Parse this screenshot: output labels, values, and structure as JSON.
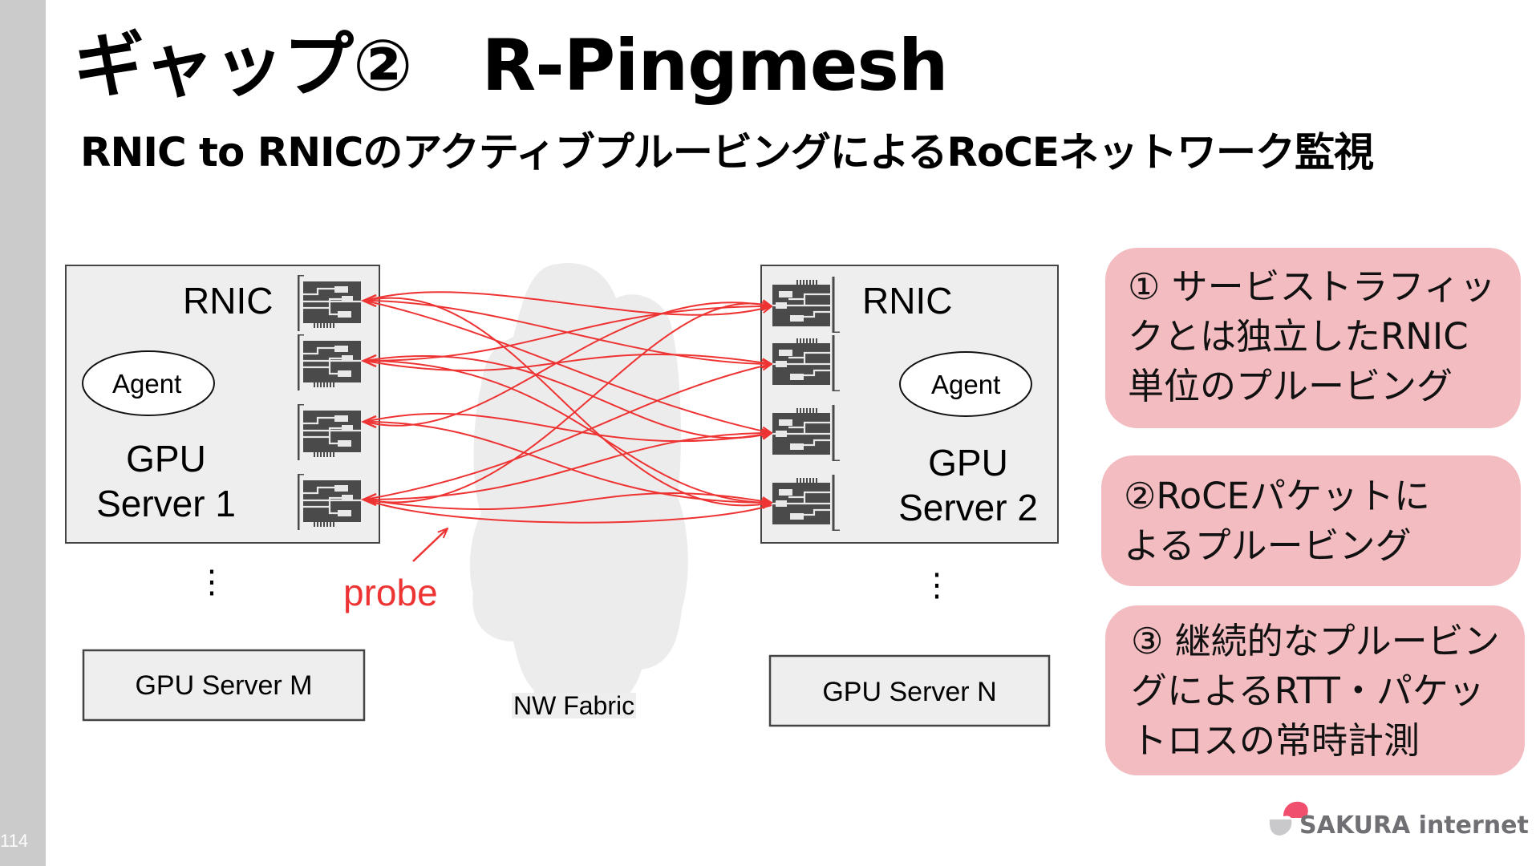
{
  "slide": {
    "page_number": "114",
    "title": "ギャップ②　R-Pingmesh",
    "subtitle": "RNIC to RNICのアクティブプルービングによるRoCEネットワーク監視"
  },
  "diagram": {
    "server1": {
      "rnic_label": "RNIC",
      "agent_label": "Agent",
      "name_line1": "GPU",
      "name_line2": "Server 1",
      "rnic_count": 4
    },
    "server2": {
      "rnic_label": "RNIC",
      "agent_label": "Agent",
      "name_line1": "GPU",
      "name_line2": "Server 2",
      "rnic_count": 4
    },
    "server_m_label": "GPU Server M",
    "server_n_label": "GPU Server N",
    "fabric_label": "NW Fabric",
    "probe_label": "probe",
    "ellipsis": "⋮",
    "probe_color": "#ee3333",
    "probes": [
      {
        "from": 1,
        "to": 1
      },
      {
        "from": 1,
        "to": 2
      },
      {
        "from": 1,
        "to": 3
      },
      {
        "from": 1,
        "to": 4
      },
      {
        "from": 2,
        "to": 1
      },
      {
        "from": 2,
        "to": 2
      },
      {
        "from": 2,
        "to": 3
      },
      {
        "from": 2,
        "to": 4
      },
      {
        "from": 3,
        "to": 1
      },
      {
        "from": 3,
        "to": 3
      },
      {
        "from": 3,
        "to": 4
      },
      {
        "from": 4,
        "to": 1
      },
      {
        "from": 4,
        "to": 2
      },
      {
        "from": 4,
        "to": 3
      },
      {
        "from": 4,
        "to": 4
      }
    ]
  },
  "points": [
    {
      "lines": [
        "① サービストラフィッ",
        "クとは独立したRNIC",
        "単位のプルービング"
      ]
    },
    {
      "lines": [
        "②RoCEパケットに",
        "よるプルービング"
      ]
    },
    {
      "lines": [
        "③ 継続的なプルービン",
        "グによるRTT・パケッ",
        "トロスの常時計測"
      ]
    }
  ],
  "brand": {
    "logo_text": "SAKURA internet",
    "accent_color": "#f0506e",
    "box_color": "#f2bcc1"
  }
}
